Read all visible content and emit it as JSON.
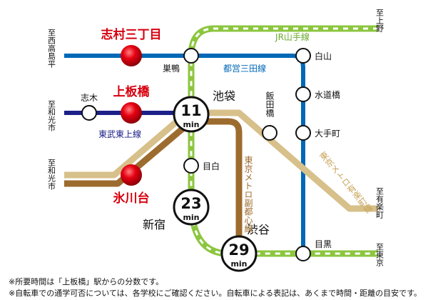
{
  "stations": {
    "shimura_sanchome": "志村三丁目",
    "kamiitabashi": "上板橋",
    "hikawadai": "氷川台",
    "shiki": "志木",
    "ikebukuro": "池袋",
    "sugamo": "巣鴨",
    "hakusan": "白山",
    "suidobashi": "水道橋",
    "otemachi": "大手町",
    "iidabashi": "飯田橋",
    "mejiro": "目白",
    "shinjuku": "新宿",
    "shibuya": "渋谷",
    "meguro": "目黒"
  },
  "lines": {
    "yamanote": "JR山手線",
    "mita": "都営三田線",
    "tobu_tojo": "東武東上線",
    "fukutoshin": "東京メトロ副都心線",
    "yurakucho": "東京メトロ有楽町線"
  },
  "directions": {
    "nishitakashimadaira": "至西高島平",
    "wakoshi_upper": "至和光市",
    "wakoshi_lower": "至和光市",
    "ueno": "至上野",
    "shintomicho": "至有楽町",
    "tokyo": "至東京"
  },
  "times": [
    {
      "value": "11",
      "unit": "min"
    },
    {
      "value": "23",
      "unit": "min"
    },
    {
      "value": "29",
      "unit": "min"
    }
  ],
  "notes": [
    "※所要時間は「上板橋」駅からの分数です。",
    "※自転車での通学可否については、各学校にご確認ください。自転車による表記は、あくまで時間・距離の目安です。"
  ],
  "colors": {
    "yamanote": "#8cc63f",
    "mita": "#0068b7",
    "tobu_tojo": "#1d2088",
    "fukutoshin": "#9c6b2e",
    "yurakucho": "#d7c08a",
    "highlight_station": "#d7000f"
  }
}
